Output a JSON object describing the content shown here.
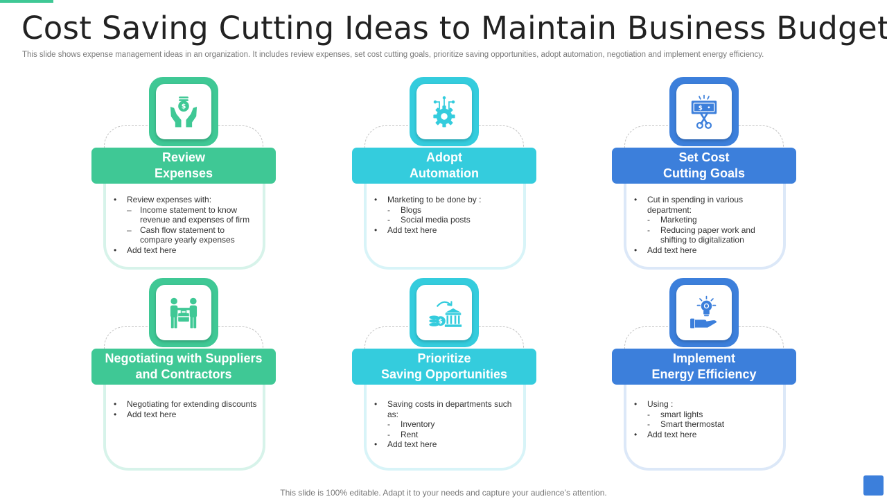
{
  "slide": {
    "title": "Cost Saving Cutting Ideas to Maintain Business Budget",
    "subtitle": "This slide shows expense management ideas in an organization. It includes review expenses, set cost cutting goals, prioritize saving opportunities, adopt automation, negotiation and implement energy efficiency.",
    "footer": "This slide is 100% editable. Adapt it to your needs and capture your audience’s attention."
  },
  "colors": {
    "green": "#3fc895",
    "cyan": "#34ccdd",
    "blue": "#3c7fdb"
  },
  "cards": [
    {
      "icon": "hands-money-icon",
      "heading": [
        "Review",
        "Expenses"
      ],
      "items": [
        {
          "level": 1,
          "text": "Review expenses with:"
        },
        {
          "level": 2,
          "marker": "–",
          "text": "Income statement to know revenue and expenses of firm"
        },
        {
          "level": 2,
          "marker": "–",
          "text": "Cash flow statement to compare yearly expenses"
        },
        {
          "level": 1,
          "text": "Add text here"
        }
      ]
    },
    {
      "icon": "gear-circuit-icon",
      "heading": [
        "Adopt",
        "Automation"
      ],
      "items": [
        {
          "level": 1,
          "text": "Marketing to be done by :"
        },
        {
          "level": 2,
          "marker": "-",
          "text": "Blogs"
        },
        {
          "level": 2,
          "marker": "-",
          "text": "Social media posts"
        },
        {
          "level": 1,
          "text": "Add text here"
        }
      ]
    },
    {
      "icon": "banknote-scissors-icon",
      "heading": [
        "Set Cost",
        "Cutting Goals"
      ],
      "items": [
        {
          "level": 1,
          "text": "Cut in spending in various department:"
        },
        {
          "level": 2,
          "marker": "-",
          "text": "Marketing"
        },
        {
          "level": 2,
          "marker": "-",
          "text": "Reducing paper work and shifting to digitalization"
        },
        {
          "level": 1,
          "text": "Add text here"
        }
      ]
    },
    {
      "icon": "handshake-briefcase-icon",
      "heading": [
        "Negotiating with Suppliers",
        "and Contractors"
      ],
      "items": [
        {
          "level": 1,
          "text": "Negotiating for extending discounts"
        },
        {
          "level": 1,
          "text": "Add text here"
        }
      ]
    },
    {
      "icon": "coins-bank-icon",
      "heading": [
        "Prioritize",
        "Saving Opportunities"
      ],
      "items": [
        {
          "level": 1,
          "text": "Saving costs in departments such as:"
        },
        {
          "level": 2,
          "marker": "-",
          "text": "Inventory"
        },
        {
          "level": 2,
          "marker": "-",
          "text": "Rent"
        },
        {
          "level": 1,
          "text": "Add text here"
        }
      ]
    },
    {
      "icon": "lightbulb-hand-icon",
      "heading": [
        "Implement",
        "Energy Efficiency"
      ],
      "items": [
        {
          "level": 1,
          "text": "Using :"
        },
        {
          "level": 2,
          "marker": "-",
          "text": "smart lights"
        },
        {
          "level": 2,
          "marker": "-",
          "text": "Smart thermostat"
        },
        {
          "level": 1,
          "text": "Add text here"
        }
      ]
    }
  ]
}
